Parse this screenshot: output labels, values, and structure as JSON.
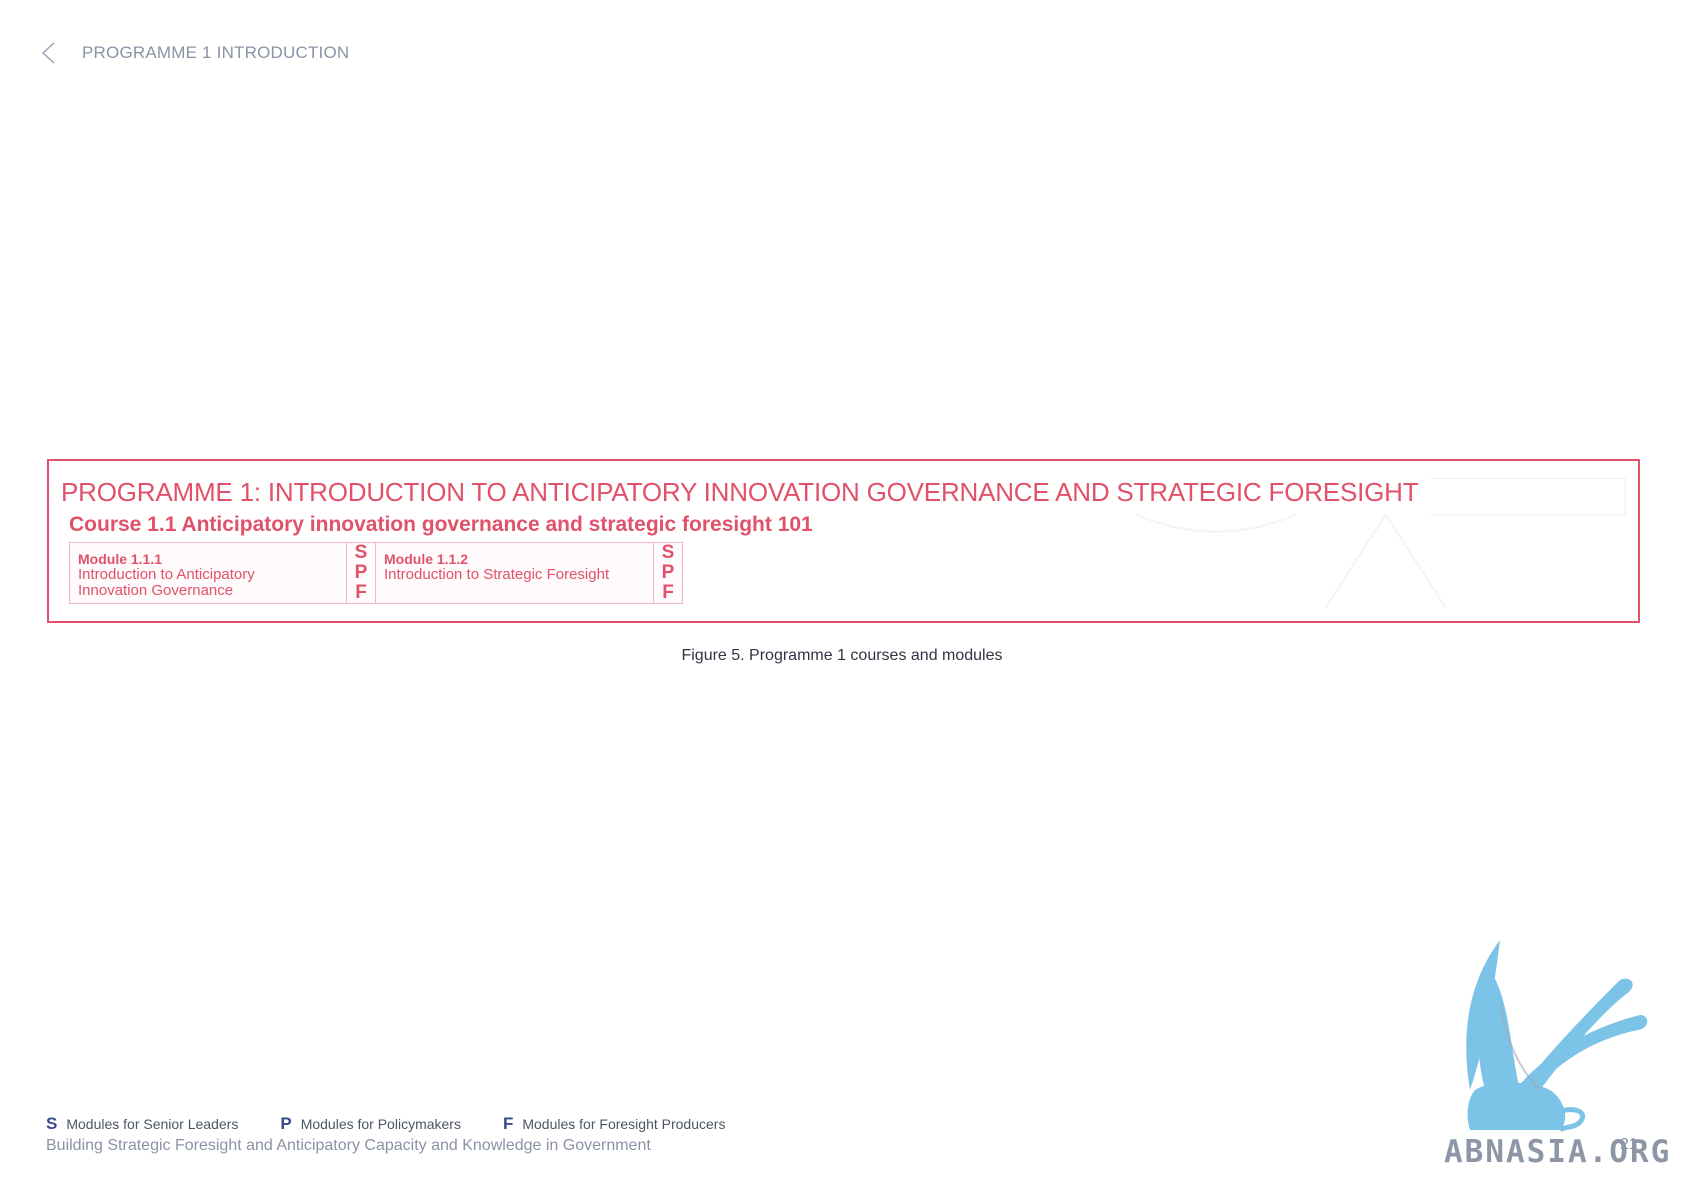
{
  "header": {
    "back_icon": "chevron-left-icon",
    "breadcrumb": "PROGRAMME 1  INTRODUCTION"
  },
  "programme": {
    "title": "PROGRAMME 1: INTRODUCTION TO ANTICIPATORY INNOVATION GOVERNANCE AND STRATEGIC FORESIGHT",
    "course_title": "Course 1.1 Anticipatory innovation governance and strategic foresight 101",
    "modules": [
      {
        "id": "Module 1.1.1",
        "name": "Introduction to Anticipatory Innovation Governance",
        "tags": [
          "S",
          "P",
          "F"
        ]
      },
      {
        "id": "Module 1.1.2",
        "name": "Introduction to Strategic Foresight",
        "tags": [
          "S",
          "P",
          "F"
        ]
      }
    ]
  },
  "caption": "Figure 5.  Programme 1 courses and modules",
  "legend": [
    {
      "letter": "S",
      "label": "Modules for Senior Leaders"
    },
    {
      "letter": "P",
      "label": "Modules for Policymakers"
    },
    {
      "letter": "F",
      "label": "Modules for Foresight Producers"
    }
  ],
  "footer": "Building Strategic Foresight and Anticipatory Capacity and Knowledge in Government",
  "page_number": "21",
  "watermark_text": "ABNASIA.ORG",
  "colors": {
    "accent": "#e0526a",
    "legend_letter": "#3a4a8a",
    "muted": "#8a93a6",
    "logo_blue": "#7cc3e8"
  }
}
